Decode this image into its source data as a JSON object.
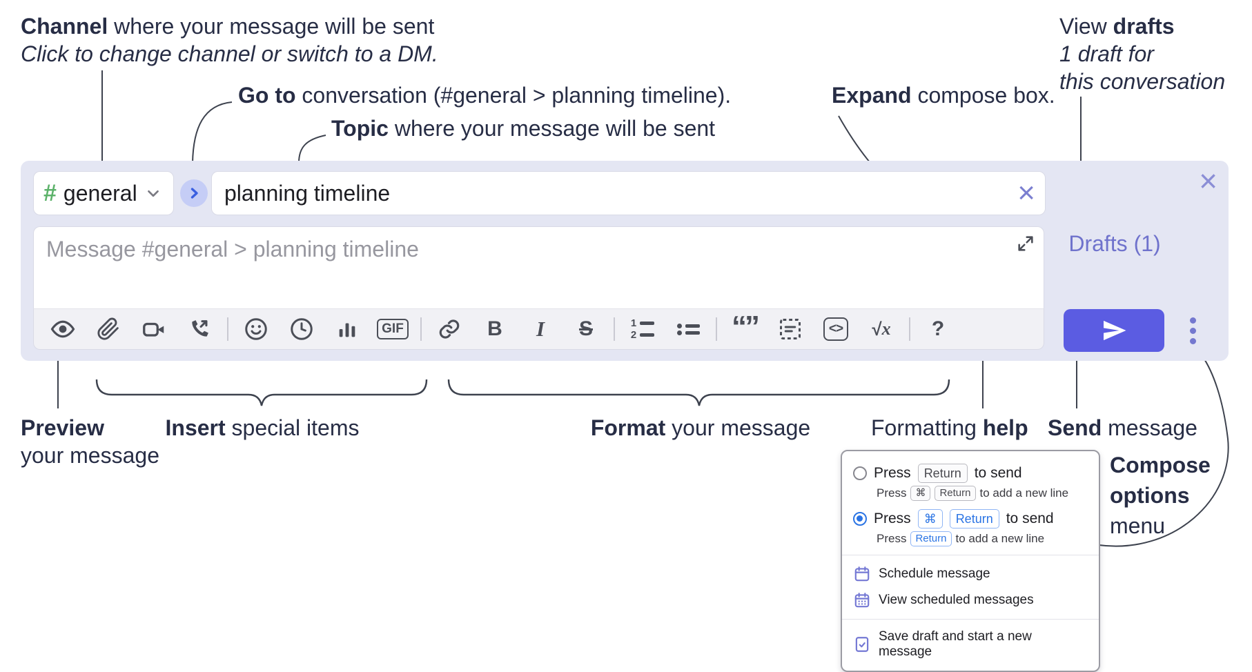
{
  "annotations": {
    "channel": {
      "bold": "Channel",
      "rest": " where your message will be sent",
      "line2": "Click to change channel or switch to a DM."
    },
    "goto": {
      "bold": "Go to",
      "rest": " conversation (#general > planning timeline)."
    },
    "topic": {
      "bold": "Topic",
      "rest": " where your message will be sent"
    },
    "expand": {
      "bold": "Expand",
      "rest": " compose box."
    },
    "drafts": {
      "line1_pre": "View ",
      "line1_bold": "drafts",
      "line2": "1 draft for",
      "line3": "this conversation"
    },
    "preview": {
      "bold": "Preview",
      "line2": "your message"
    },
    "insert": {
      "bold": "Insert",
      "rest": " special items"
    },
    "format": {
      "bold": "Format",
      "rest": " your message"
    },
    "help": {
      "pre": "Formatting ",
      "bold": "help"
    },
    "send": {
      "bold": "Send",
      "rest": " message"
    },
    "compose_options": {
      "line1": "Compose",
      "line2": "options",
      "line3": "menu"
    }
  },
  "composer": {
    "channel_select": {
      "hash": "#",
      "name": "general"
    },
    "topic_value": "planning timeline",
    "clear_glyph": "×",
    "close_glyph": "×",
    "message_placeholder": "Message #general > planning timeline",
    "drafts_link": "Drafts (1)",
    "toolbar": {
      "gif_label": "GIF",
      "bold_label": "B",
      "italic_label": "I",
      "strike_label": "S",
      "ol_1": "1",
      "ol_2": "2",
      "quote_glyphs": "“”",
      "code_label": "<>",
      "math_sqrt": "√",
      "math_x": "x",
      "help_label": "?"
    }
  },
  "menu": {
    "options": [
      {
        "selected": false,
        "main": {
          "pre": "Press",
          "key1": "Return",
          "post": "to send"
        },
        "sub": {
          "pre": "Press",
          "key1": "⌘",
          "key2": "Return",
          "post": "to add a new line"
        }
      },
      {
        "selected": true,
        "main": {
          "pre": "Press",
          "key1": "⌘",
          "key2": "Return",
          "post": "to send"
        },
        "sub": {
          "pre": "Press",
          "key1": "Return",
          "post": "to add a new line"
        }
      }
    ],
    "items": [
      {
        "icon": "calendar-icon",
        "label": "Schedule message"
      },
      {
        "icon": "calendar-scheduled-icon",
        "label": "View scheduled messages"
      },
      {
        "icon": "save-draft-icon",
        "label": "Save draft and start a new message"
      }
    ]
  },
  "colors": {
    "panel_bg": "#e4e6f3",
    "send_button": "#5b5ce2",
    "drafts_link": "#6f72cc",
    "hash_green": "#5cb26a",
    "goto_blue": "#3a5fe0",
    "menu_accent_blue": "#2b74e4",
    "menu_icon_purple": "#7478d4",
    "annotation_text": "#272d45"
  }
}
